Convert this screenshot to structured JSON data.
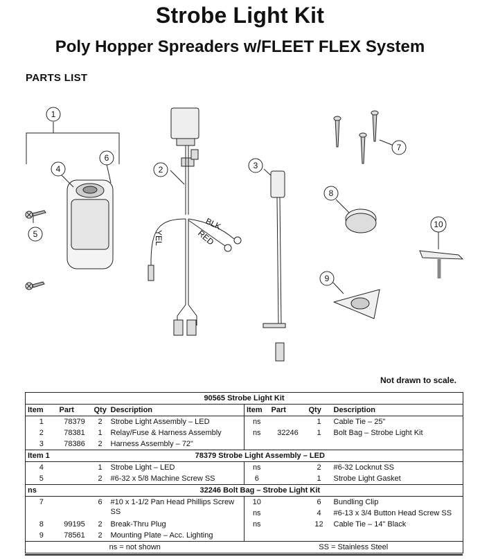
{
  "header": {
    "title": "Strobe Light Kit",
    "subtitle": "Poly Hopper Spreaders w/FLEET FLEX System",
    "section": "PARTS LIST"
  },
  "diagram": {
    "callouts": [
      "1",
      "2",
      "3",
      "4",
      "5",
      "6",
      "7",
      "8",
      "9",
      "10"
    ],
    "wire_labels": {
      "blk": "BLK",
      "red": "RED",
      "yel": "YEL"
    },
    "scale_note": "Not drawn to scale."
  },
  "table": {
    "kit_title": "90565  Strobe Light Kit",
    "headers": [
      "Item",
      "Part",
      "Qty",
      "Description",
      "Item",
      "Part",
      "Qty",
      "Description"
    ],
    "kit_rows": [
      [
        "1",
        "78379",
        "2",
        "Strobe Light Assembly – LED",
        "ns",
        "",
        "1",
        "Cable Tie – 25\""
      ],
      [
        "2",
        "78381",
        "1",
        "Relay/Fuse & Harness Assembly",
        "ns",
        "32246",
        "1",
        "Bolt Bag – Strobe Light Kit"
      ],
      [
        "3",
        "78386",
        "2",
        "Harness Assembly – 72\"",
        "",
        "",
        "",
        ""
      ]
    ],
    "assembly_item": "Item 1",
    "assembly_title": "78379  Strobe Light Assembly – LED",
    "assembly_rows": [
      [
        "4",
        "",
        "1",
        "Strobe Light – LED",
        "ns",
        "",
        "2",
        "#6-32 Locknut SS"
      ],
      [
        "5",
        "",
        "2",
        "#6-32 x 5/8 Machine Screw SS",
        "6",
        "",
        "1",
        "Strobe Light Gasket"
      ]
    ],
    "bolt_item": "ns",
    "bolt_title": "32246  Bolt Bag – Strobe Light Kit",
    "bolt_rows": [
      [
        "7",
        "",
        "6",
        "#10 x 1-1/2 Pan Head Phillips Screw SS",
        "10",
        "",
        "6",
        "Bundling Clip"
      ],
      [
        "",
        "",
        "",
        "",
        "ns",
        "",
        "4",
        "#6-13 x 3/4 Button Head Screw SS"
      ],
      [
        "8",
        "99195",
        "2",
        "Break-Thru Plug",
        "ns",
        "",
        "12",
        "Cable Tie – 14\" Black"
      ],
      [
        "9",
        "78561",
        "2",
        "Mounting Plate – Acc. Lighting",
        "",
        "",
        "",
        ""
      ]
    ],
    "footer_left": "ns = not shown",
    "footer_right": "SS = Stainless Steel"
  }
}
